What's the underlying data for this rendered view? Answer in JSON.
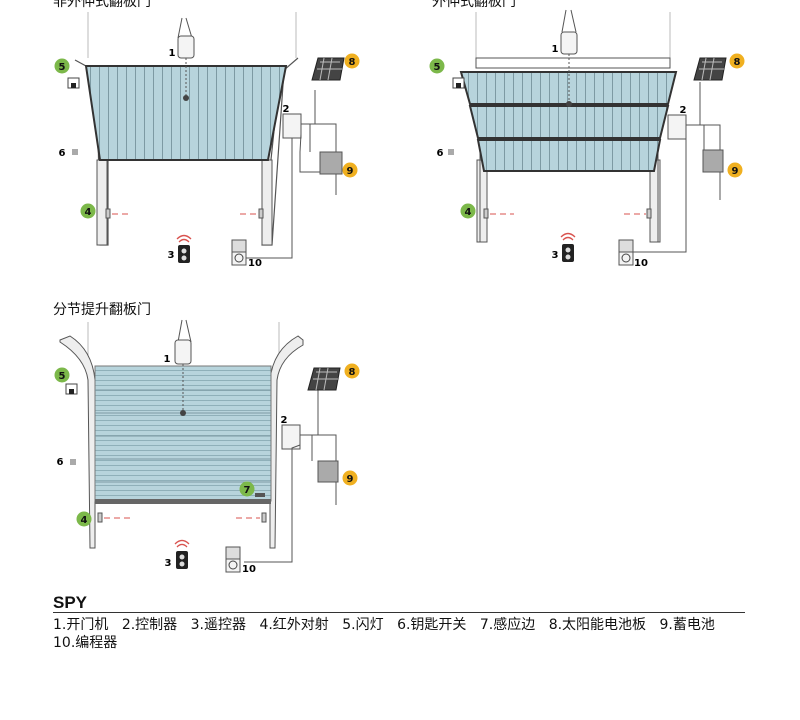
{
  "panels": [
    {
      "id": "p1",
      "title": "非外伸式翻板门"
    },
    {
      "id": "p2",
      "title": "外伸式翻板门"
    },
    {
      "id": "p3",
      "title": "分节提升翻板门"
    }
  ],
  "callouts": {
    "n1": "1",
    "n2": "2",
    "n3": "3",
    "n4": "4",
    "n5": "5",
    "n6": "6",
    "n7": "7",
    "n8": "8",
    "n9": "9",
    "n10": "10"
  },
  "brand": "SPY",
  "legend": [
    "1.开门机",
    "2.控制器",
    "3.遥控器",
    "4.红外对射",
    "5.闪灯",
    "6.钥匙开关",
    "7.感应边",
    "8.太阳能电池板",
    "9.蓄电池",
    "10.编程器"
  ],
  "colors": {
    "door_fill": "#b7d4dc",
    "frame": "#eeeeee",
    "green_badge": "#7cb84a",
    "orange_badge": "#f0b020",
    "beam": "#d9534f"
  }
}
